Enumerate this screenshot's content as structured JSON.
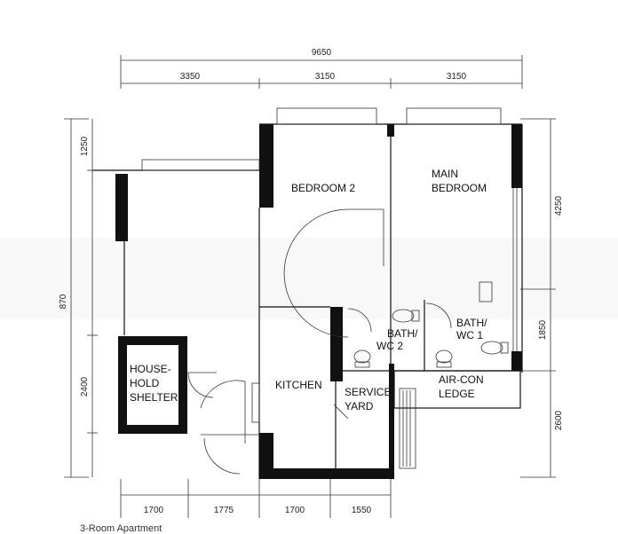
{
  "plan": {
    "top_dims": {
      "overall": "9650",
      "seg1": "3350",
      "seg2": "3150",
      "seg3": "3150"
    },
    "left_dims": {
      "top": "1250",
      "mid": "870",
      "low": "2400"
    },
    "right_dims": {
      "top": "4250",
      "mid": "1850",
      "low": "2600"
    },
    "bottom_dims": {
      "d1": "1700",
      "d2": "1775",
      "d3": "1700",
      "d4": "1550"
    },
    "rooms": {
      "bedroom2": [
        "BEDROOM 2"
      ],
      "main_bedroom": [
        "MAIN",
        "BEDROOM"
      ],
      "bath2": [
        "BATH/",
        "WC 2"
      ],
      "bath1": [
        "BATH/",
        "WC 1"
      ],
      "shelter": [
        "HOUSE-",
        "HOLD",
        "SHELTER"
      ],
      "kitchen": [
        "KITCHEN"
      ],
      "service_yard": [
        "SERVICE",
        "YARD"
      ],
      "aircon": [
        "AIR-CON",
        "LEDGE"
      ]
    },
    "caption": "3-Room Apartment"
  }
}
